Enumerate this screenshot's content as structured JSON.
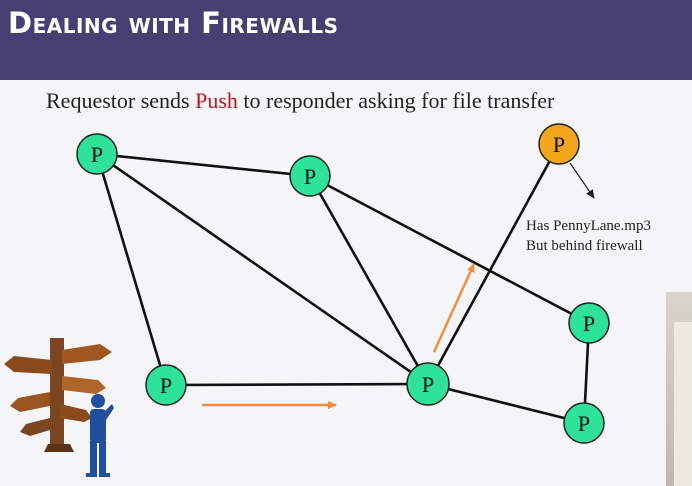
{
  "title": "Dealing with Firewalls",
  "subtitle": {
    "before": "Requestor sends ",
    "highlight": "Push",
    "after": " to responder asking for file transfer"
  },
  "note": {
    "line1": "Has PennyLane.mp3",
    "line2": "But behind firewall"
  },
  "node_label": "P",
  "colors": {
    "title_bar": "#453f72",
    "peer": "#2ee29a",
    "firewalled_peer": "#f4a61b",
    "push_arrow": "#f08a3c",
    "highlight": "#c0141c"
  },
  "icons": [
    "signpost-icon",
    "confused-person-icon"
  ]
}
